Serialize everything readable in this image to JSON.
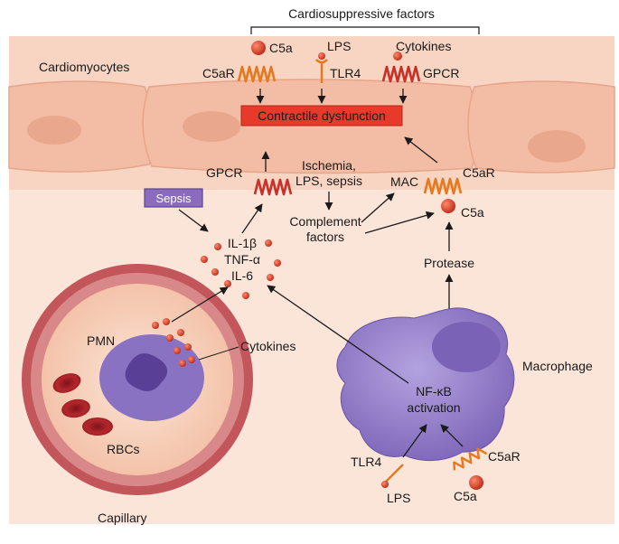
{
  "labels": {
    "cardiosuppressive_factors": "Cardiosuppressive factors",
    "cardiomyocytes": "Cardiomyocytes",
    "c5a_top": "C5a",
    "lps_top": "LPS",
    "cytokines_top": "Cytokines",
    "c5ar_top": "C5aR",
    "tlr4_top": "TLR4",
    "gpcr_top": "GPCR",
    "contractile_dysfunction": "Contractile dysfunction",
    "gpcr_mid": "GPCR",
    "ischemia_line1": "Ischemia,",
    "ischemia_line2": "LPS, sepsis",
    "mac": "MAC",
    "c5ar_mid": "C5aR",
    "c5a_mid": "C5a",
    "sepsis": "Sepsis",
    "complement_line1": "Complement",
    "complement_line2": "factors",
    "il1b": "IL-1β",
    "tnfa": "TNF-α",
    "il6": "IL-6",
    "protease": "Protease",
    "pmn": "PMN",
    "cytokines_cap": "Cytokines",
    "macrophage": "Macrophage",
    "nfkb_line1": "NF-κB",
    "nfkb_line2": "activation",
    "rbcs": "RBCs",
    "tlr4_bottom": "TLR4",
    "c5ar_bottom": "C5aR",
    "lps_bottom": "LPS",
    "c5a_bottom": "C5a",
    "capillary": "Capillary"
  },
  "colors": {
    "tissue": "#f6c7b1",
    "tissue_light": "#fbe3d7",
    "cell": "#f5c9b6",
    "nucleus": "#e9a88d",
    "dysfunction_box": "#e83a2a",
    "sepsis_box": "#8a6bbd",
    "receptor_orange": "#e8781e",
    "receptor_red": "#c8302a",
    "molecule_red": "#d9412b",
    "macrophage": "#8f78c7",
    "capillary_wall": "#c2565a",
    "capillary_inner": "#f7cfba",
    "rbc": "#a51f24",
    "pmn": "#8a72c3"
  },
  "icons": {
    "ligand": "ball-and-stick",
    "receptor": "zigzag-transmembrane"
  }
}
